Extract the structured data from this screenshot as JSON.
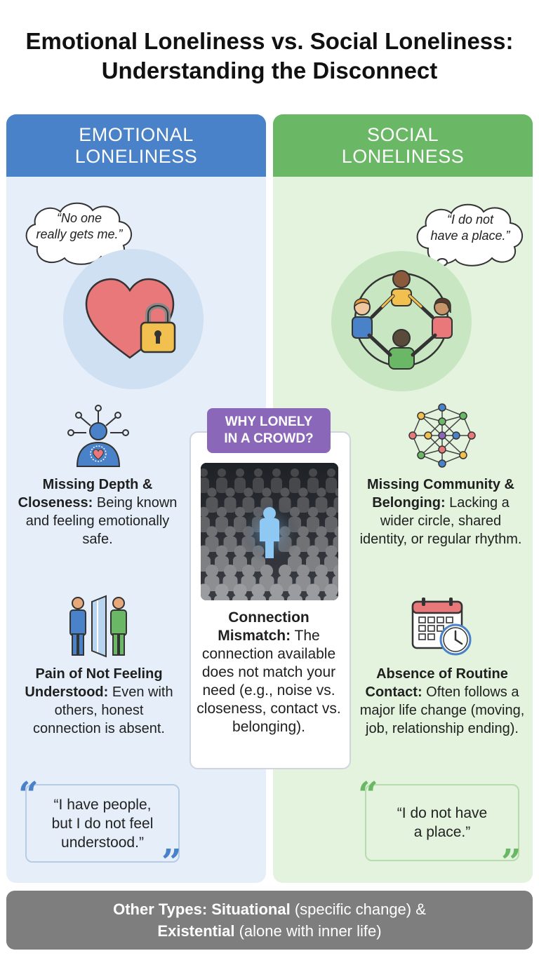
{
  "title_line1": "Emotional Loneliness vs. Social Loneliness:",
  "title_line2": "Understanding the Disconnect",
  "left": {
    "heading": "EMOTIONAL\nLONELINESS",
    "bubble": "“No one\nreally gets me.”",
    "feature1_bold": "Missing Depth &",
    "feature1_bold2": "Closeness:",
    "feature1_rest": " Being known and feeling emotionally safe.",
    "feature2_bold": "Pain of Not Feeling Understood:",
    "feature2_rest": " Even with others, honest connection is absent.",
    "quote": "“I have people,\nbut I do not feel\nunderstood.”",
    "accent": "#4a82c9"
  },
  "right": {
    "heading": "SOCIAL\nLONELINESS",
    "bubble": "“I do not\nhave a place.”",
    "feature1_bold": "Missing Community & Belonging:",
    "feature1_rest": " Lacking a wider circle, shared identity, or regular rhythm.",
    "feature2_bold": "Absence of Routine Contact:",
    "feature2_rest": " Often follows a major life change (moving, job, relationship ending).",
    "quote": "“I do not have\na place.”",
    "accent": "#6ab866"
  },
  "center": {
    "badge": "WHY LONELY\nIN A CROWD?",
    "bold": "Connection Mismatch:",
    "rest": " The connection available does not match your need (e.g., noise vs. closeness, contact vs. belonging)."
  },
  "footer": {
    "prefix_bold": "Other Types: Situational",
    "part1": " (specific change) &",
    "bold2": "Existential",
    "part2": " (alone with inner life)"
  },
  "quote_open": "“",
  "quote_close": "”",
  "icons": [
    "thought-bubble-icon",
    "heart-lock-icon",
    "person-network-icon",
    "two-people-mirror-icon",
    "people-circle-icon",
    "network-globe-icon",
    "calendar-clock-icon",
    "crowd-image"
  ]
}
